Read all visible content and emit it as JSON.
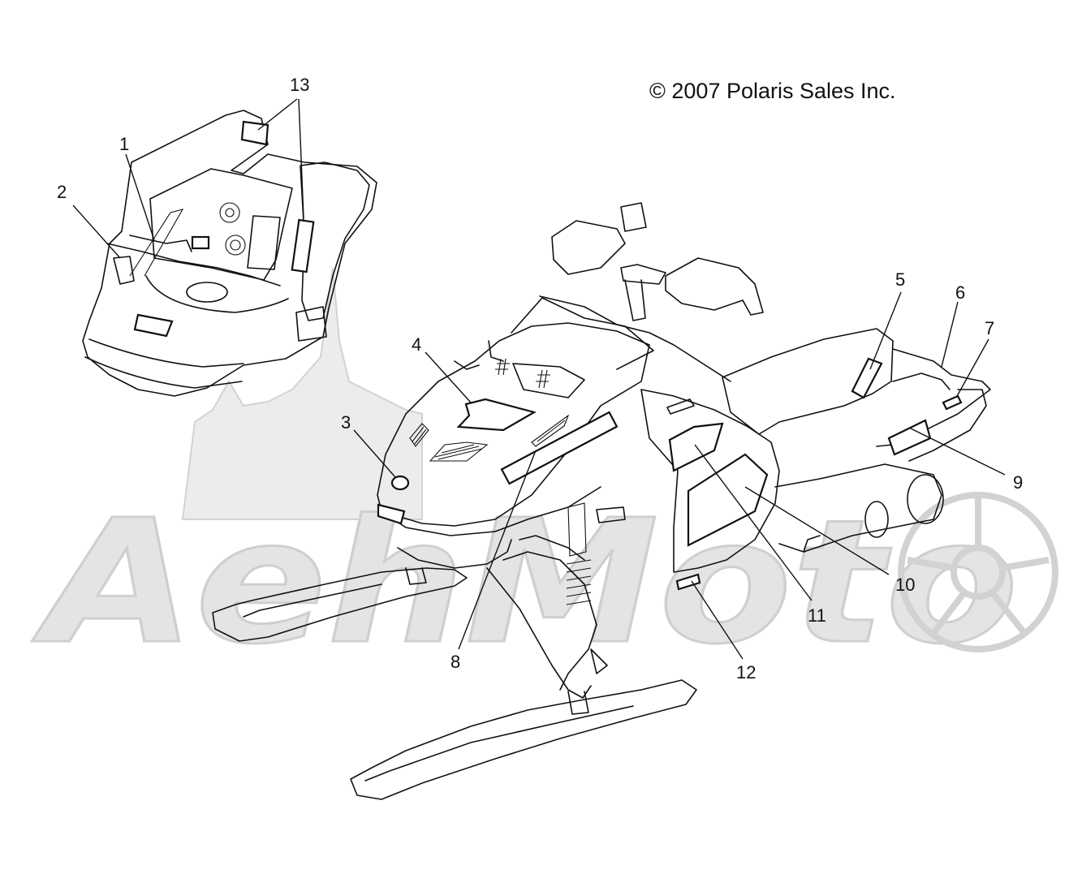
{
  "copyright": "© 2007 Polaris Sales Inc.",
  "watermark": {
    "text": "AehMoto",
    "color": "#e4e4e4"
  },
  "callouts": [
    {
      "id": "1",
      "label": "1"
    },
    {
      "id": "2",
      "label": "2"
    },
    {
      "id": "3",
      "label": "3"
    },
    {
      "id": "4",
      "label": "4"
    },
    {
      "id": "5",
      "label": "5"
    },
    {
      "id": "6",
      "label": "6"
    },
    {
      "id": "7",
      "label": "7"
    },
    {
      "id": "8",
      "label": "8"
    },
    {
      "id": "9",
      "label": "9"
    },
    {
      "id": "10",
      "label": "10"
    },
    {
      "id": "11",
      "label": "11"
    },
    {
      "id": "12",
      "label": "12"
    },
    {
      "id": "13",
      "label": "13"
    }
  ]
}
